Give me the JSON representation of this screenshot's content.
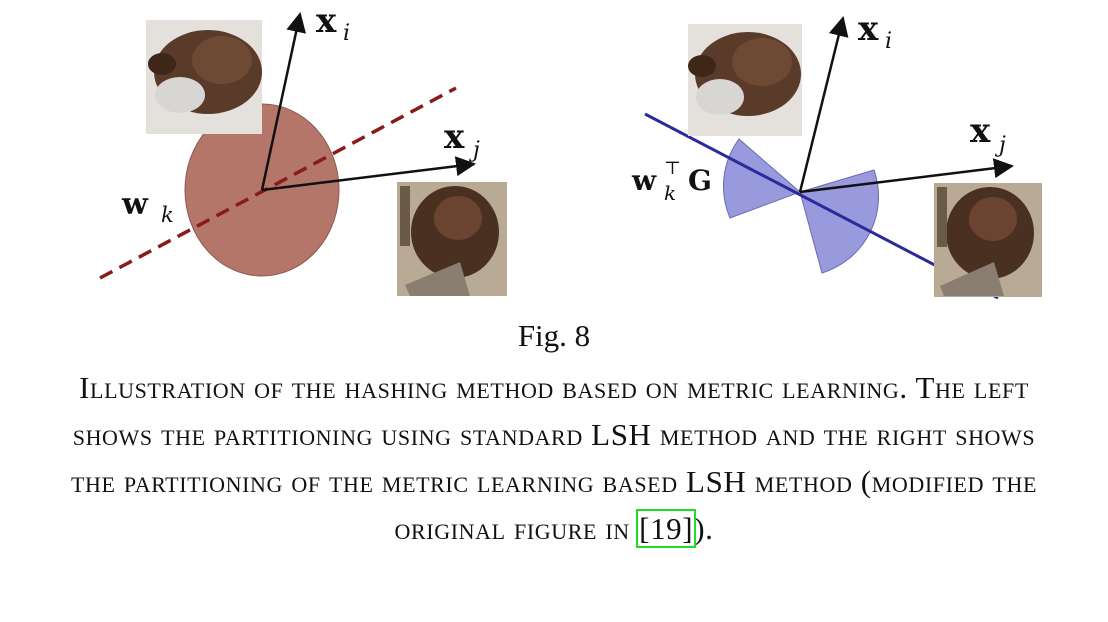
{
  "figure": {
    "left_panel": {
      "axis_i_label": "x",
      "axis_i_sub": "i",
      "axis_j_label": "x",
      "axis_j_sub": "j",
      "hyperplane_label": "w",
      "hyperplane_sub": "k"
    },
    "right_panel": {
      "axis_i_label": "x",
      "axis_i_sub": "i",
      "axis_j_label": "x",
      "axis_j_sub": "j",
      "hyperplane_label": "w",
      "hyperplane_sub": "k",
      "hyperplane_sup": "⊤",
      "hyperplane_matrix": "G"
    },
    "colors": {
      "left_region": "#b5766a",
      "right_region": "#9999dd",
      "left_line": "#8b1a1a",
      "right_line": "#2a2a99",
      "beaver_fur": "#5a3a28"
    }
  },
  "caption": {
    "label": "Fig. 8",
    "text_before_ref": "Illustration of the hashing method based on metric learning. The left shows the partitioning using standard LSH method and the right shows the partitioning of the metric learning based LSH method (modified the original figure in ",
    "ref": "[19]",
    "text_after_ref": ")."
  }
}
